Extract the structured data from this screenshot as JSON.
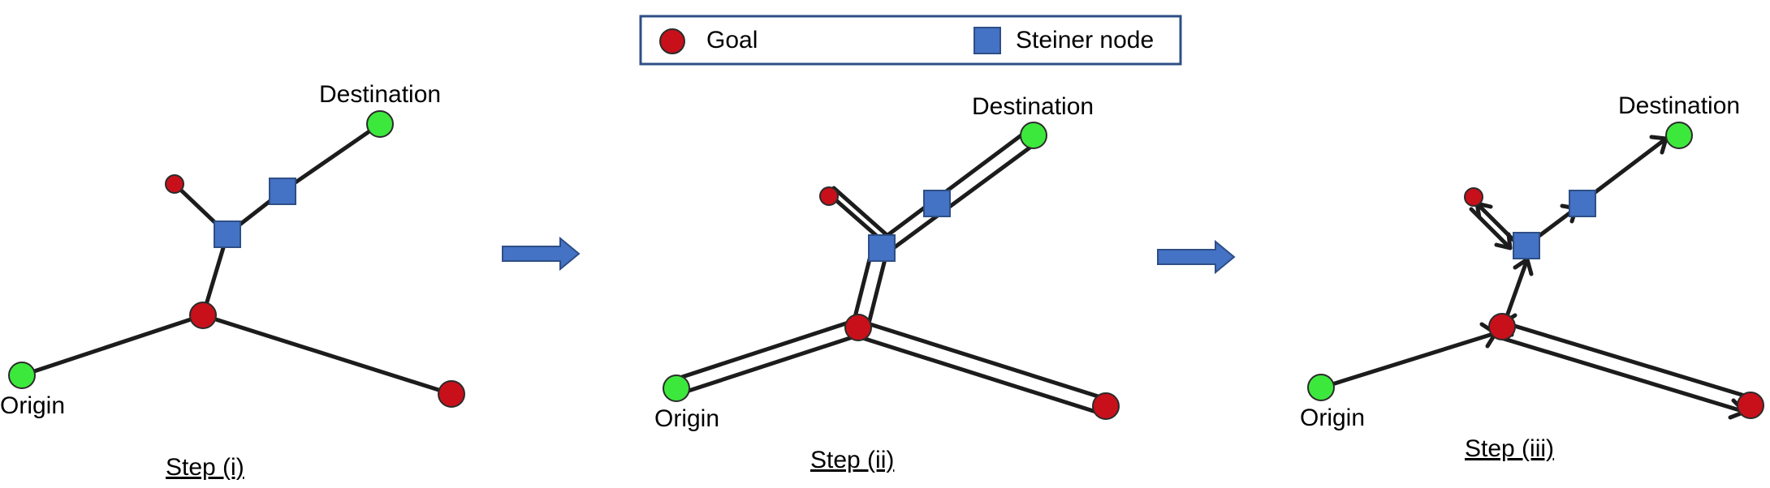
{
  "legend": {
    "goal_label": "Goal",
    "steiner_label": "Steiner node"
  },
  "labels": {
    "destination": "Destination",
    "origin": "Origin"
  },
  "steps": {
    "step1": "Step (i)",
    "step2": "Step (ii)",
    "step3": "Step (iii)"
  },
  "colors": {
    "goal": "#c8101a",
    "terminal": "#3de83d",
    "steiner": "#4472c4",
    "legend_border": "#2e4f86",
    "transition_arrow": "#4472c4",
    "edge": "#1c1c1c"
  },
  "icons": {
    "goal": "red-circle",
    "terminal": "green-circle",
    "steiner": "blue-square",
    "transition": "block-arrow-right"
  }
}
